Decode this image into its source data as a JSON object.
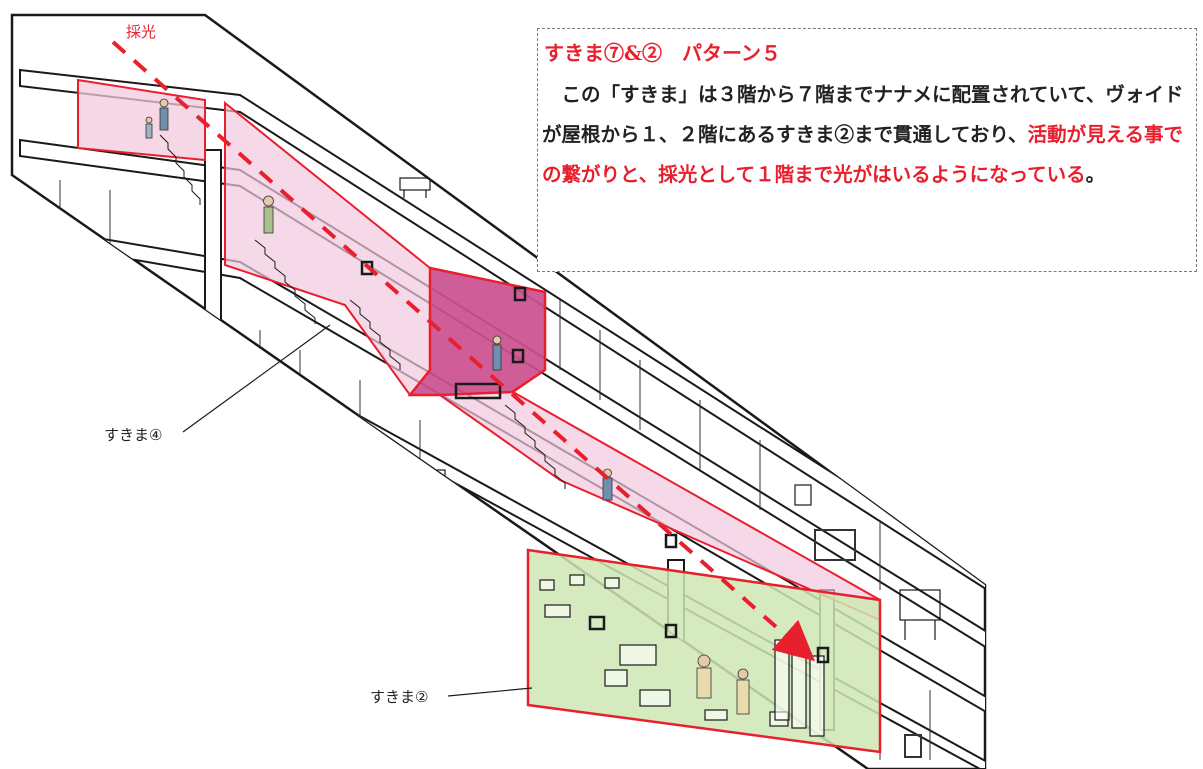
{
  "annotations": {
    "light_label": "採光",
    "gap4_label": "すきま④",
    "gap2_label": "すきま②"
  },
  "callout": {
    "title": "すきま⑦&②　パターン５",
    "body_part1": "　この「すきま」は３階から７階までナナメに配置されていて、ヴォイドが屋根から１、２階にあるすきま②まで貫通しており、",
    "body_highlight": "活動が見える事での繋がりと、採光として１階まで光がはいるようになっている",
    "body_end": "。"
  },
  "colors": {
    "accent_red": "#e8202e",
    "void_pink": "#f2c9de",
    "void_magenta": "#c2347e",
    "ground_green": "#cfe6b4",
    "line": "#1a1a1a"
  }
}
